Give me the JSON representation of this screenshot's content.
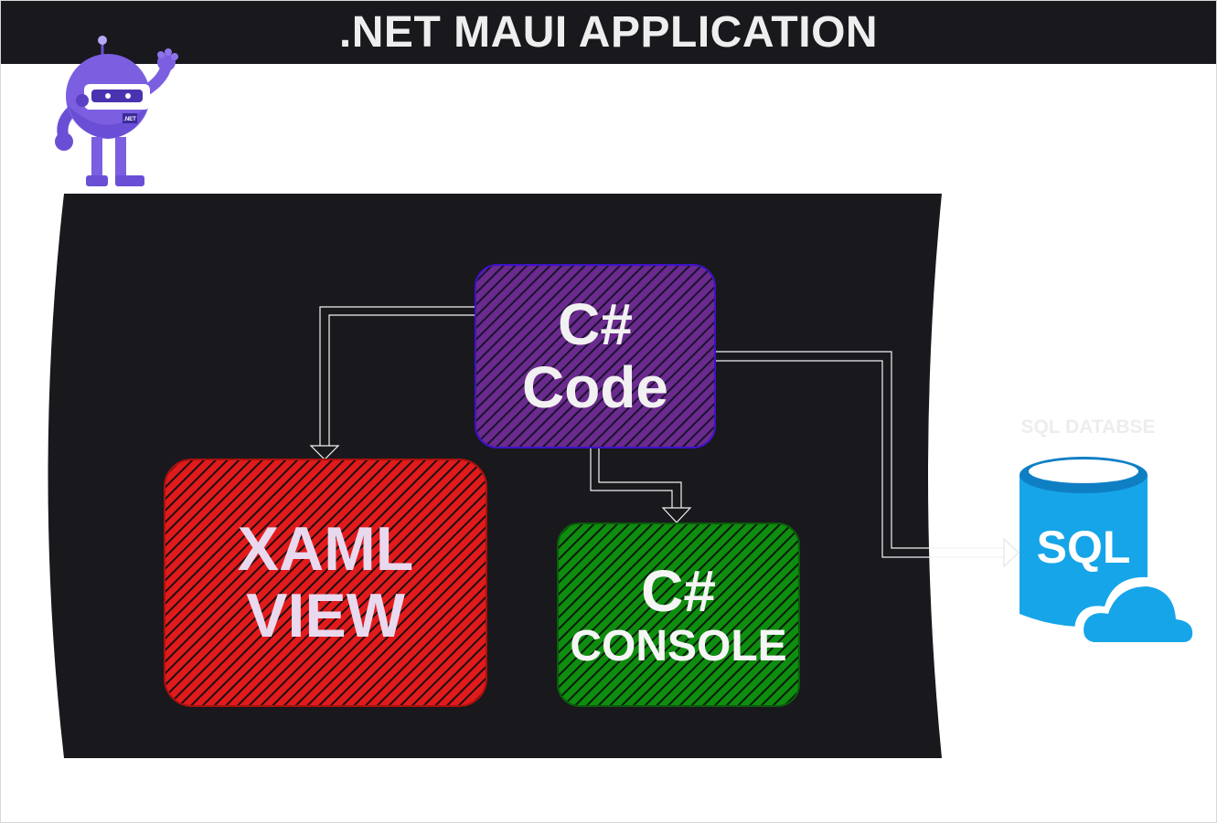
{
  "header": {
    "title": ".NET MAUI APPLICATION"
  },
  "mascot": {
    "badge_text": ".NET",
    "colors": {
      "body": "#7b5fe0",
      "dark": "#5b3fc4",
      "visor": "#ffffff"
    }
  },
  "nodes": {
    "code": {
      "line1": "C#",
      "line2": "Code",
      "fill": "#6a2a8c",
      "border": "#3c10c8"
    },
    "xaml": {
      "line1": "XAML",
      "line2": "VIEW",
      "fill": "#e0191e",
      "border": "#a5120d"
    },
    "console": {
      "line1": "C#",
      "line2": "CONSOLE",
      "fill": "#0e8a0e",
      "border": "#0b5f0b"
    }
  },
  "database": {
    "caption": "SQL DATABSE",
    "label": "SQL",
    "colors": {
      "cylinder": "#15a3e6",
      "top": "#0f7fc4",
      "cloud": "#15a3e6"
    }
  },
  "panel": {
    "fill": "#19181d"
  }
}
